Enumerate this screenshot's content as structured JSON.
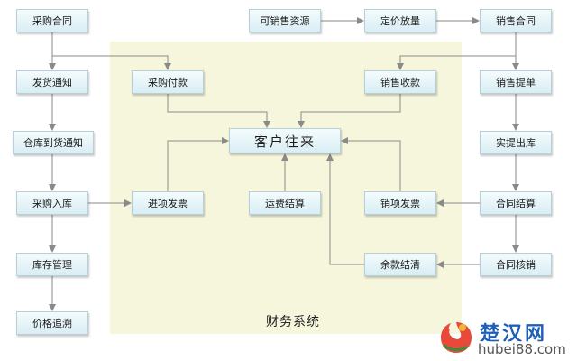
{
  "diagram": {
    "region_label": "财务系统",
    "nodes": [
      {
        "id": "purchase_contract",
        "label": "采购合同"
      },
      {
        "id": "ship_notice",
        "label": "发货通知"
      },
      {
        "id": "arrival_notice",
        "label": "仓库到货通知"
      },
      {
        "id": "purchase_in",
        "label": "采购入库"
      },
      {
        "id": "inventory",
        "label": "库存管理"
      },
      {
        "id": "price_trace",
        "label": "价格追溯"
      },
      {
        "id": "purchase_pay",
        "label": "采购付款"
      },
      {
        "id": "input_invoice",
        "label": "进项发票"
      },
      {
        "id": "freight",
        "label": "运费结算"
      },
      {
        "id": "customer",
        "label": "客户往来"
      },
      {
        "id": "sales_receive",
        "label": "销售收款"
      },
      {
        "id": "output_invoice",
        "label": "销项发票"
      },
      {
        "id": "balance_clear",
        "label": "余款结清"
      },
      {
        "id": "sellable",
        "label": "可销售资源"
      },
      {
        "id": "pricing",
        "label": "定价放量"
      },
      {
        "id": "sales_contract",
        "label": "销售合同"
      },
      {
        "id": "sales_pick",
        "label": "销售提单"
      },
      {
        "id": "actual_out",
        "label": "实提出库"
      },
      {
        "id": "contract_settle",
        "label": "合同结算"
      },
      {
        "id": "contract_verify",
        "label": "合同核销"
      }
    ]
  },
  "watermark": {
    "brand": "楚汉网",
    "url": "hubei88.com"
  },
  "colors": {
    "region": "#f5f6dc",
    "arrow": "#8a8a8a",
    "brand": "#1f5fb8"
  }
}
